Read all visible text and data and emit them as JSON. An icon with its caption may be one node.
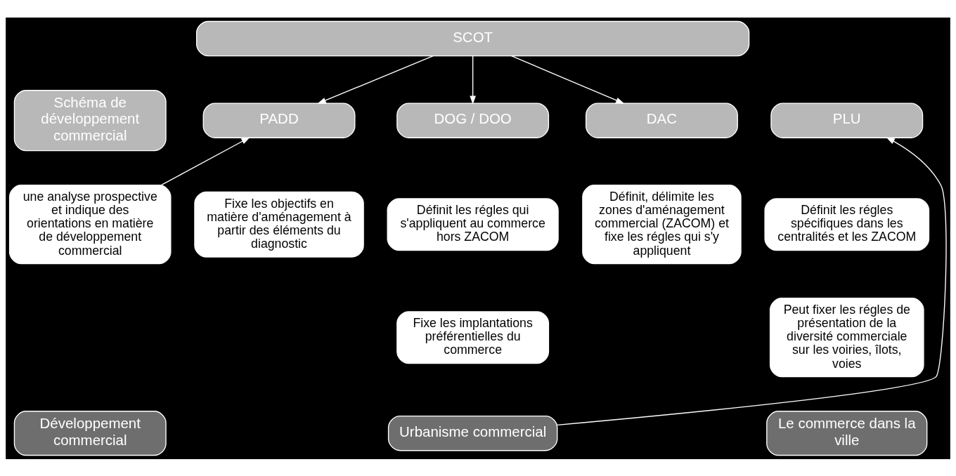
{
  "diagram": {
    "nodes": [
      {
        "text": [
          "SCOT"
        ]
      },
      {
        "text": [
          "Schéma de développement commercial"
        ]
      },
      {
        "text": [
          "PADD"
        ]
      },
      {
        "text": [
          "DOG / DOO"
        ]
      },
      {
        "text": [
          "DAC"
        ]
      },
      {
        "text": [
          "PLU"
        ]
      },
      {
        "text": [
          "une analyse prospective et indique des orientations en matière de développement commercial"
        ]
      },
      {
        "text": [
          "Fixe les objectifs en matière d'aménagement à partir des éléments du diagnostic"
        ]
      },
      {
        "text": [
          "Définit les régles qui s'appliquent au commerce hors ZACOM"
        ]
      },
      {
        "text": [
          "Fixe les implantations préférentielles du commerce"
        ]
      },
      {
        "text": [
          "Définit, délimite les zones d'aménagement commercial (ZACOM) et fixe les régles qui s'y appliquent"
        ]
      },
      {
        "text": [
          "Définit les régles spécifiques dans les centralités et les ZACOM"
        ]
      },
      {
        "text": [
          "Peut fixer les régles de présentation de la diversité commerciale sur les voiries, îlots, voies"
        ]
      },
      {
        "text": [
          "Développement commercial"
        ]
      },
      {
        "text": [
          "Urbanisme commercial"
        ]
      },
      {
        "text": [
          "Le commerce dans la ville"
        ]
      }
    ],
    "edges": [
      {
        "from": 0,
        "to": 2,
        "arrow": "to"
      },
      {
        "from": 0,
        "to": 3,
        "arrow": "to"
      },
      {
        "from": 0,
        "to": 4,
        "arrow": "to"
      },
      {
        "from": 6,
        "to": 2,
        "arrow": "to"
      },
      {
        "from": 14,
        "to": 5,
        "arrow": "to"
      }
    ]
  }
}
